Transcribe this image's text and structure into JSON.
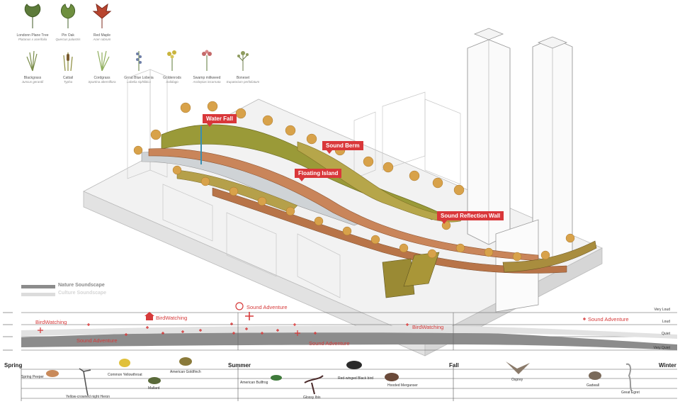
{
  "plants_row1": [
    {
      "name": "Londonn Plane Tree",
      "latin": "Platanus x acerifolia",
      "color": "#5d7b3a"
    },
    {
      "name": "Pin Oak",
      "latin": "Quercus palustris",
      "color": "#6e8f3f"
    },
    {
      "name": "Red Maple",
      "latin": "Acer rubrum",
      "color": "#b8452f"
    }
  ],
  "plants_row2": [
    {
      "name": "Blackgrass",
      "latin": "Juncus gerardii",
      "color": "#7a8c4a"
    },
    {
      "name": "Cattail",
      "latin": "Typha",
      "color": "#8a8a3a"
    },
    {
      "name": "Cordgrass",
      "latin": "Spartina alterniflora",
      "color": "#8fae5c"
    },
    {
      "name": "Great Blue Lobelia",
      "latin": "Lobelia siphilitica",
      "color": "#6f7fa8"
    },
    {
      "name": "Goldenrods",
      "latin": "Solidago",
      "color": "#c9b43d"
    },
    {
      "name": "Swamp milkweed",
      "latin": "Asclepias incarnata",
      "color": "#c46a6a"
    },
    {
      "name": "Boneset",
      "latin": "Eupatorium perfoliatum",
      "color": "#8e9b5e"
    }
  ],
  "callouts": {
    "waterfall": "Water Fall",
    "berm": "Sound Berm",
    "island": "Floating Island",
    "wall": "Sound Reflection Wall"
  },
  "legend": {
    "nature": "Nature Soundscape",
    "culture": "Culture Soundscape"
  },
  "levels": [
    "Very Loud",
    "Loud",
    "Quiet",
    "Very Quiet"
  ],
  "activities": {
    "bw1": "BirdWatching",
    "bw2": "BirdWatching",
    "bw3": "BirdWatching",
    "sa1": "Sound Adventure",
    "sa2": "Sound Adventure",
    "sa3": "Sound Adventure",
    "sa4": "Sound Adventure"
  },
  "seasons": [
    "Spring",
    "Summer",
    "Fall",
    "Winter"
  ],
  "birds": [
    "Spring Peeper",
    "Common Yellowthroat",
    "American Goldfinch",
    "Mallard",
    "Yellow-crowned night Heron",
    "American Bullfrog",
    "Red-winged Black bird",
    "Hooded Merganser",
    "Glossy Ibis",
    "Osprey",
    "Gadwall",
    "Great Egret"
  ],
  "colors": {
    "accent": "#d9373a",
    "grass": "#a69a3c",
    "path": "#c9855a",
    "tree": "#d8a24a"
  }
}
